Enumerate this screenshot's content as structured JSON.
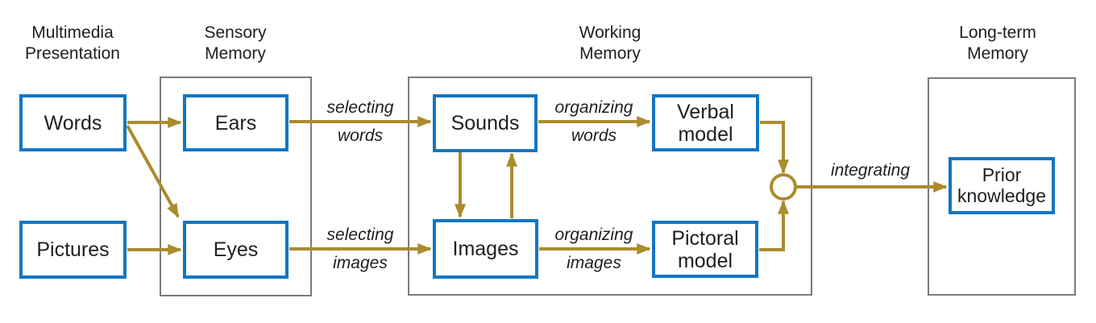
{
  "title": "Cognitive model of multimedia learning diagram",
  "colors": {
    "arrow": "#ab8b2e",
    "node_border": "#1276c4",
    "container_border": "#7b7b7b",
    "text": "#202020"
  },
  "headers": {
    "multimedia": "Multimedia\nPresentation",
    "sensory": "Sensory\nMemory",
    "working": "Working\nMemory",
    "longterm": "Long-term\nMemory"
  },
  "nodes": {
    "words": "Words",
    "pictures": "Pictures",
    "ears": "Ears",
    "eyes": "Eyes",
    "sounds": "Sounds",
    "images": "Images",
    "verbal_model": "Verbal\nmodel",
    "pictoral_model": "Pictoral\nmodel",
    "prior_knowledge": "Prior\nknowledge"
  },
  "edge_labels": {
    "selecting_words": "selecting\nwords",
    "selecting_images": "selecting\nimages",
    "organizing_words": "organizing\nwords",
    "organizing_images": "organizing\nimages",
    "integrating": "integrating"
  },
  "edges": [
    "Words to Ears",
    "Words to Eyes",
    "Pictures to Eyes",
    "Ears to Sounds (selecting words)",
    "Eyes to Images (selecting images)",
    "Sounds to Images",
    "Images to Sounds",
    "Sounds to Verbal model (organizing words)",
    "Images to Pictoral model (organizing images)",
    "Verbal model to junction",
    "Pictoral model to junction",
    "Junction to Prior knowledge (integrating)"
  ]
}
